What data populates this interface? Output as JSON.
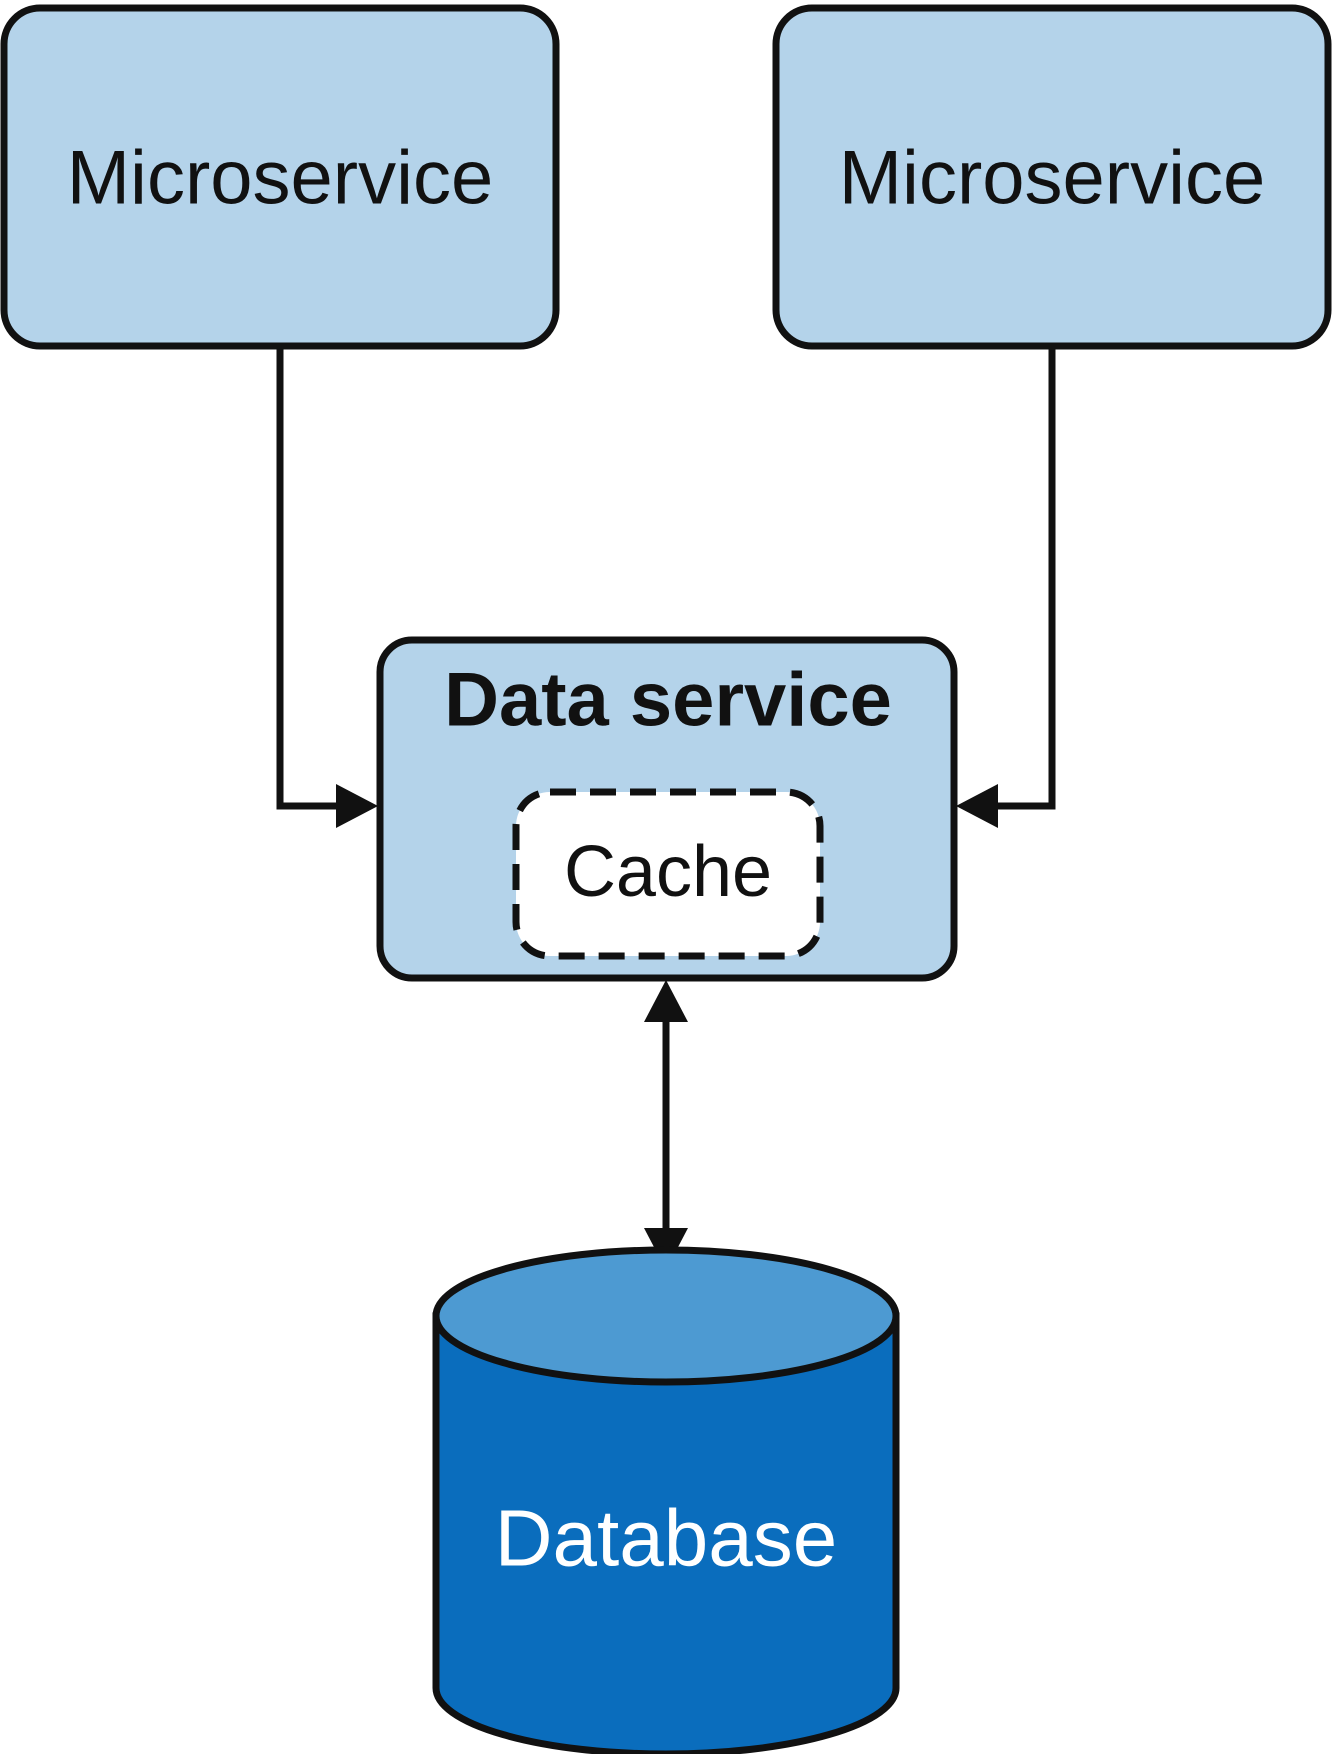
{
  "nodes": {
    "microservice_left": {
      "label": "Microservice"
    },
    "microservice_right": {
      "label": "Microservice"
    },
    "data_service": {
      "label": "Data service"
    },
    "cache": {
      "label": "Cache"
    },
    "database": {
      "label": "Database"
    }
  },
  "edges": [
    {
      "from": "microservice_left",
      "to": "data_service",
      "direction": "forward"
    },
    {
      "from": "microservice_right",
      "to": "data_service",
      "direction": "forward"
    },
    {
      "from": "data_service",
      "to": "database",
      "direction": "bidirectional"
    }
  ],
  "colors": {
    "box_fill": "#b4d3ea",
    "box_stroke": "#111111",
    "database_fill": "#0a6dbd",
    "database_top": "#4d9ad2",
    "database_text": "#ffffff",
    "cache_fill": "#ffffff"
  }
}
